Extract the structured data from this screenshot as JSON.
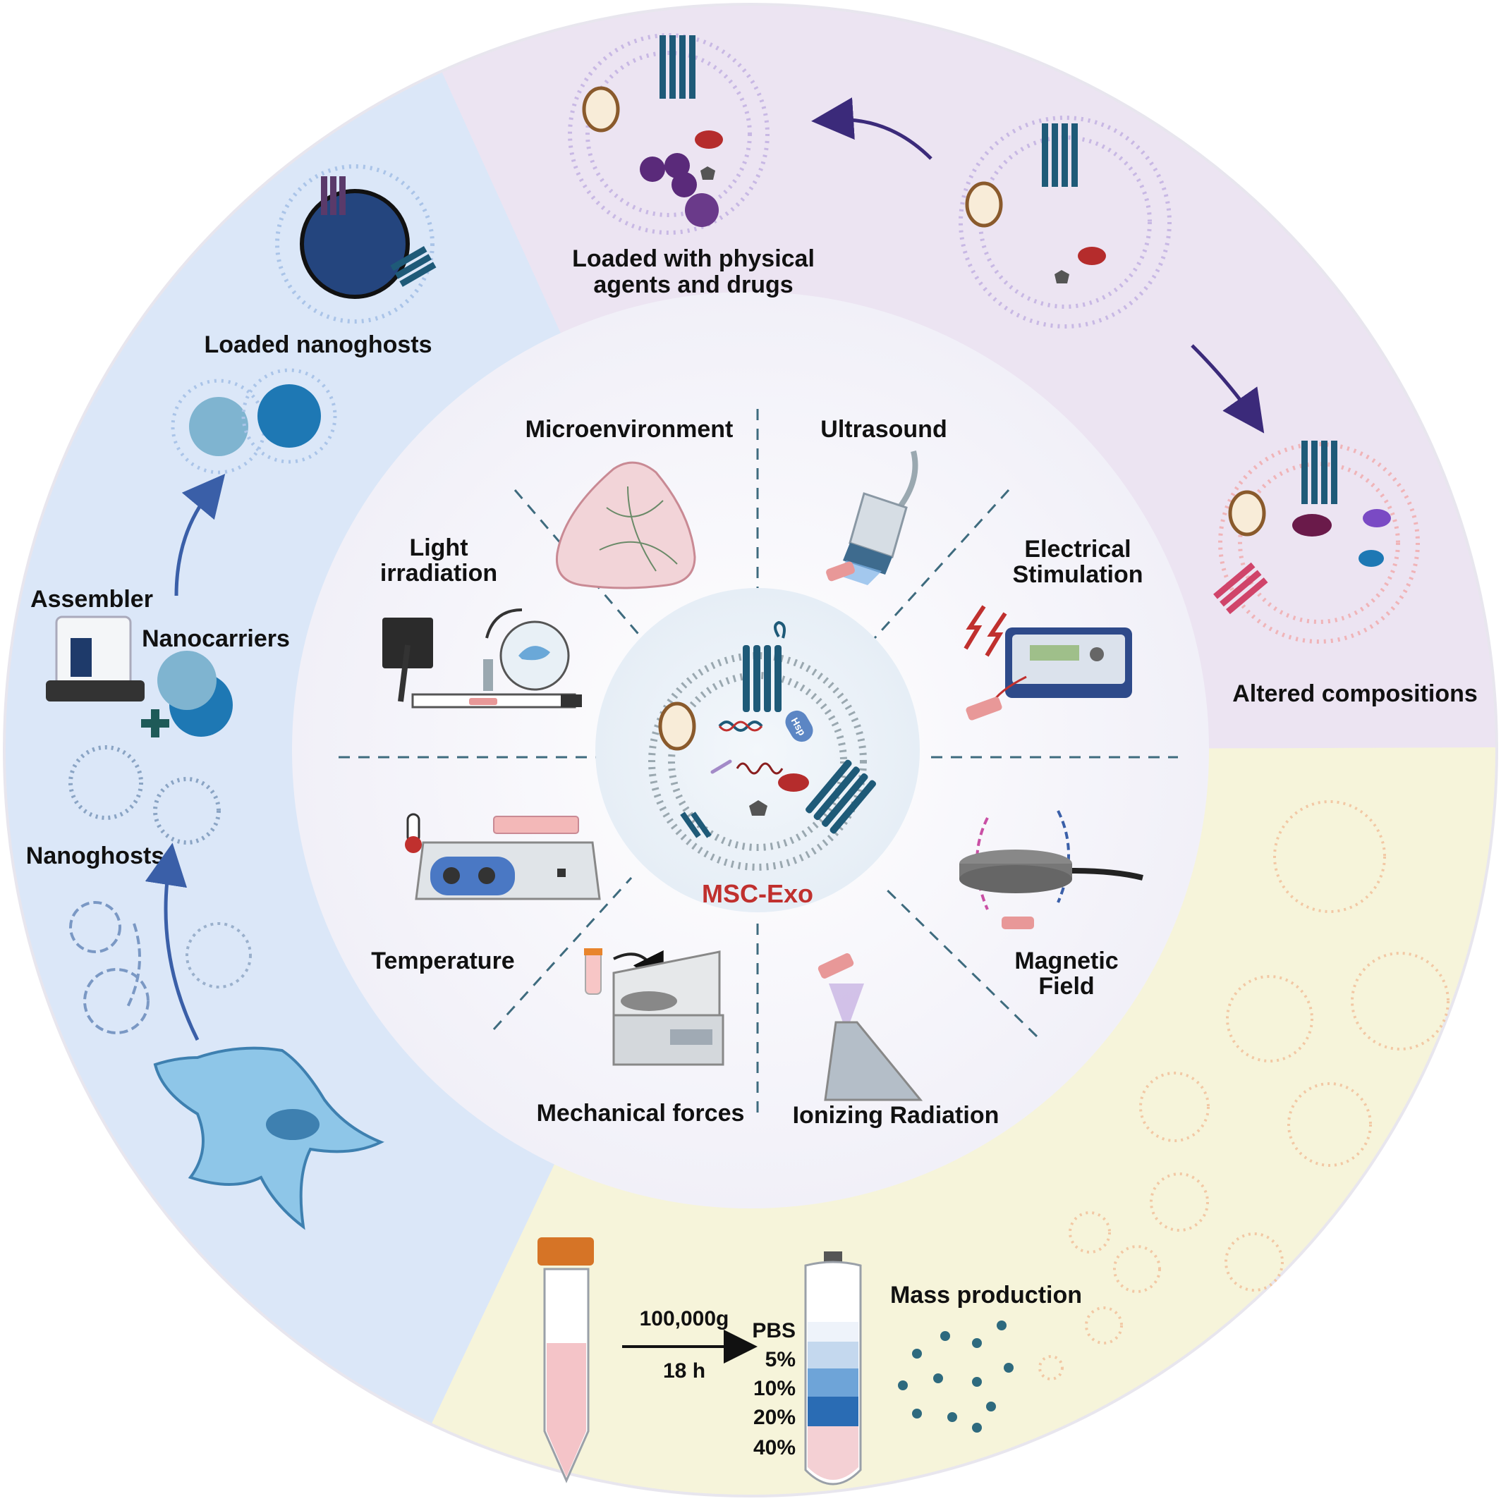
{
  "center": {
    "label": "MSC-Exo"
  },
  "inner_methods": {
    "microenvironment": "Microenvironment",
    "ultrasound": "Ultrasound",
    "light_l1": "Light",
    "light_l2": "irradiation",
    "electrical_l1": "Electrical",
    "electrical_l2": "Stimulation",
    "temperature": "Temperature",
    "magnetic_l1": "Magnetic",
    "magnetic_l2": "Field",
    "mechanical": "Mechanical forces",
    "ionizing": "Ionizing Radiation"
  },
  "outer_sections": {
    "loaded_nanoghosts": "Loaded nanoghosts",
    "loaded_agents_l1": "Loaded with physical",
    "loaded_agents_l2": "agents and drugs",
    "altered_compositions": "Altered compositions",
    "assembler": "Assembler",
    "nanocarriers": "Nanocarriers",
    "nanoghosts": "Nanoghosts",
    "mass_production": "Mass production"
  },
  "vesicle_marks": {
    "hsp": "Hsp"
  },
  "centrifugation": {
    "speed": "100,000g",
    "time": "18 h",
    "gradient": [
      "PBS",
      "5%",
      "10%",
      "20%",
      "40%"
    ]
  },
  "colors": {
    "purple_sector": "#ece3f2",
    "blue_sector": "#dce8f8",
    "yellow_sector": "#f7f5dc",
    "inner_disc": "#f6f5fb",
    "protein": "#1e5a78",
    "center_label": "#c0302e"
  }
}
